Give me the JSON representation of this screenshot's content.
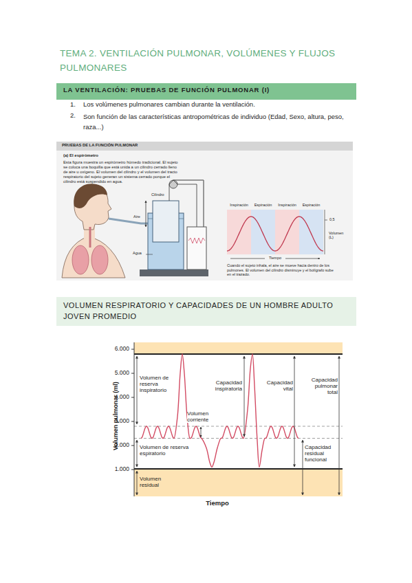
{
  "diagram": {
    "title": "TEMA 2. VENTILACIÓN PULMONAR, VOLÚMENES Y FLUJOS PULMONARES",
    "nodes": [
      {
        "text": [
          "LA VENTILACIÓN: PRUEBAS DE FUNCIÓN PULMONAR (I)"
        ]
      },
      {
        "text": [
          "(a) El espirómetro",
          "Esta figura muestra un espirómetro húmedo tradicional. El sujeto se coloca una boquilla que está unida a un cilindro cerrado lleno de aire u oxígeno. El volumen del cilindro y el volumen del tracto respiratorio del sujeto generan un sistema cerrado porque el cilindro está suspendido en agua."
        ]
      },
      {
        "text": [
          "PRUEBAS DE LA FUNCIÓN PULMONAR"
        ],
        "in": 1
      },
      {
        "text": [
          "VOLUMEN RESPIRATORIO Y CAPACIDADES DE UN HOMBRE ADULTO JOVEN PROMEDIO"
        ]
      }
    ],
    "labels": [
      "1.",
      "Los volúmenes pulmonares cambian durante la ventilación.",
      "2.",
      "Son función de las características antropométricas de individuo (Edad, Sexo, altura, peso, raza...)",
      "Cilindro",
      "Aire",
      "Agua",
      "Inspiración",
      "Espiración",
      "Inspiración",
      "Espiración",
      "0,5",
      "Volumen (L)",
      "Tiempo",
      "Cuando el sujeto inhala, el aire se mueve hacia dentro de los pulmones. El volumen del cilindro disminuye y el bolígrafo sube en el trazado.",
      "6.000",
      "5.000",
      "4.000",
      "3.000",
      "2.000",
      "1.000",
      "Volumen pulmonar (ml)",
      "Volumen de reserva inspiratorio",
      "Volumen corriente",
      "Capacidad inspiratoria",
      "Capacidad vital",
      "Capacidad pulmonar total",
      "Volumen de reserva espiratorio",
      "Capacidad residual funcional",
      "Volumen residual",
      "Tiempo"
    ]
  }
}
